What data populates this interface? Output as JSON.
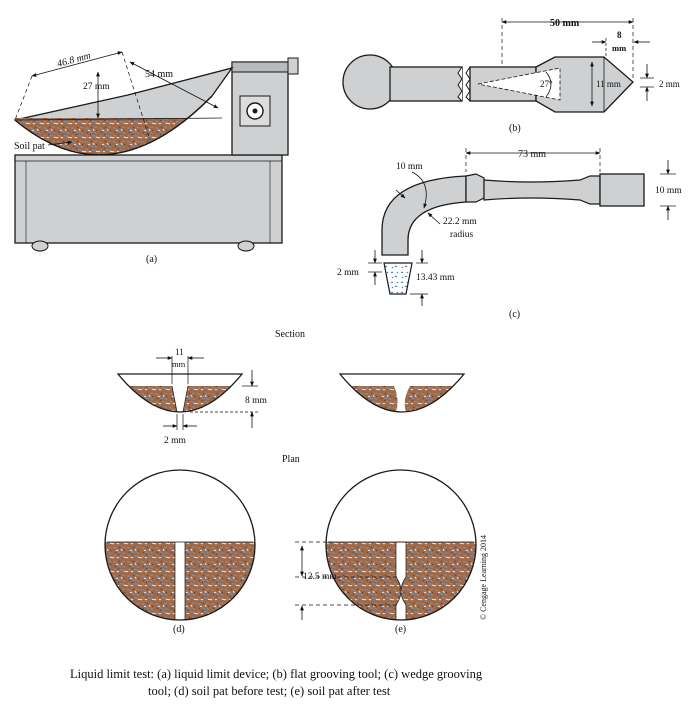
{
  "colors": {
    "soil_base": "#a06a48",
    "soil_blue": "#5a9ad0",
    "soil_light": "#e6e6ee",
    "metal": "#cfd0d2",
    "metal_dark": "#a9abae",
    "outline": "#1a1a1a"
  },
  "labels": {
    "a_dim_46": "46.8 mm",
    "a_dim_27": "27 mm",
    "a_dim_54": "54 mm",
    "a_soil_pat": "Soil pat",
    "a_tag": "(a)",
    "b_dim_50": "50 mm",
    "b_dim_8": "8",
    "b_dim_8_unit": "mm",
    "b_angle": "27°",
    "b_dim_11": "11 mm",
    "b_dim_2": "2 mm",
    "b_tag": "(b)",
    "c_dim_73": "73 mm",
    "c_dim_10a": "10 mm",
    "c_radius": "22.2 mm",
    "c_radius_word": "radius",
    "c_dim_10b": "10 mm",
    "c_dim_2": "2 mm",
    "c_dim_1343": "13.43 mm",
    "c_tag": "(c)",
    "section_title": "Section",
    "d_dim_11": "11",
    "d_dim_11_unit": "mm",
    "d_dim_8": "8 mm",
    "d_dim_2": "2 mm",
    "plan_title": "Plan",
    "plan_dim_125": "12.5 mm",
    "d_tag": "(d)",
    "e_tag": "(e)",
    "copyright": "© Cengage Learning 2014"
  },
  "caption": {
    "line1": "Liquid limit test: (a) liquid limit device; (b) flat grooving tool; (c) wedge grooving",
    "line2": "tool; (d) soil pat before test; (e) soil pat after test"
  }
}
